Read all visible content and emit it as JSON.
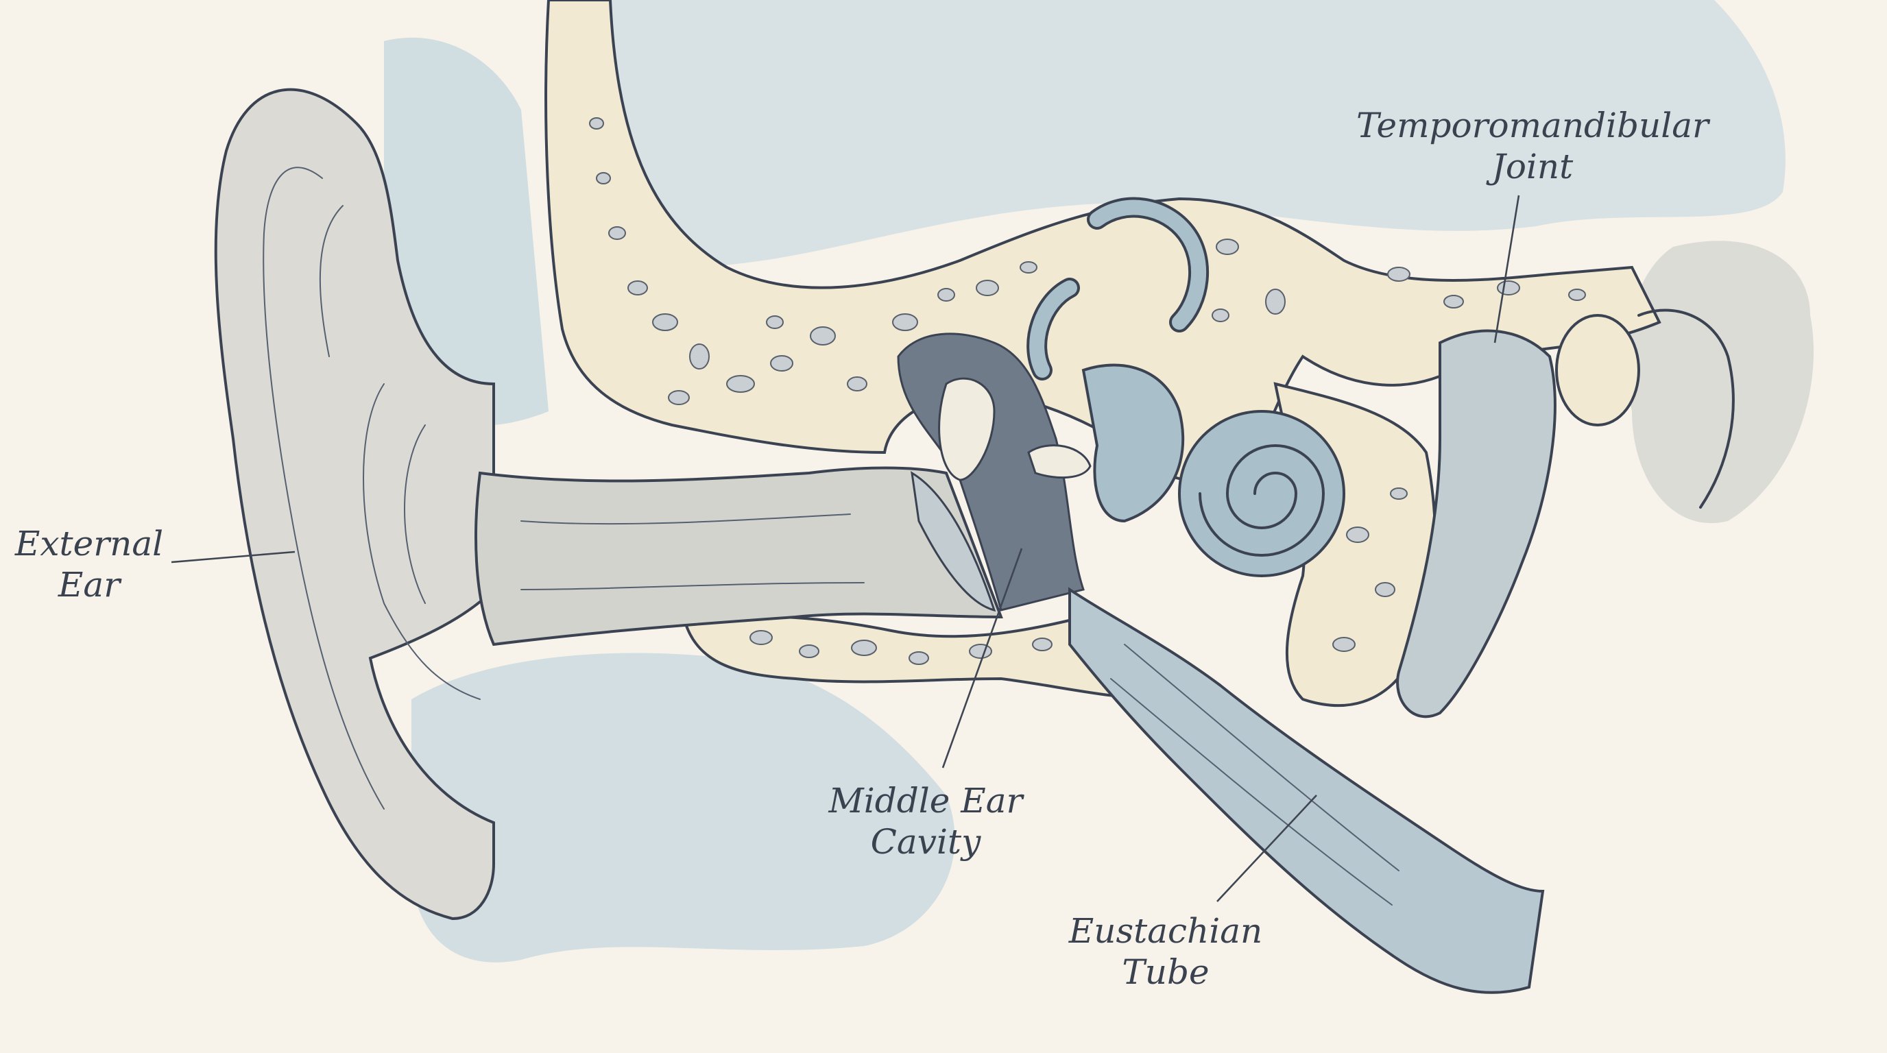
{
  "labels": {
    "external_ear_line1": "External",
    "external_ear_line2": "Ear",
    "tmj_line1": "Temporomandibular",
    "tmj_line2": "Joint",
    "middle_ear_line1": "Middle Ear",
    "middle_ear_line2": "Cavity",
    "eustachian_line1": "Eustachian",
    "eustachian_line2": "Tube"
  },
  "colors": {
    "paper": "#f8f3ea",
    "wash_blue": "#c9d9df",
    "bone": "#f1e9d2",
    "canal_grey": "#cfd0cc",
    "inner_ear_blue": "#a9bfca",
    "ink": "#3b4352"
  }
}
